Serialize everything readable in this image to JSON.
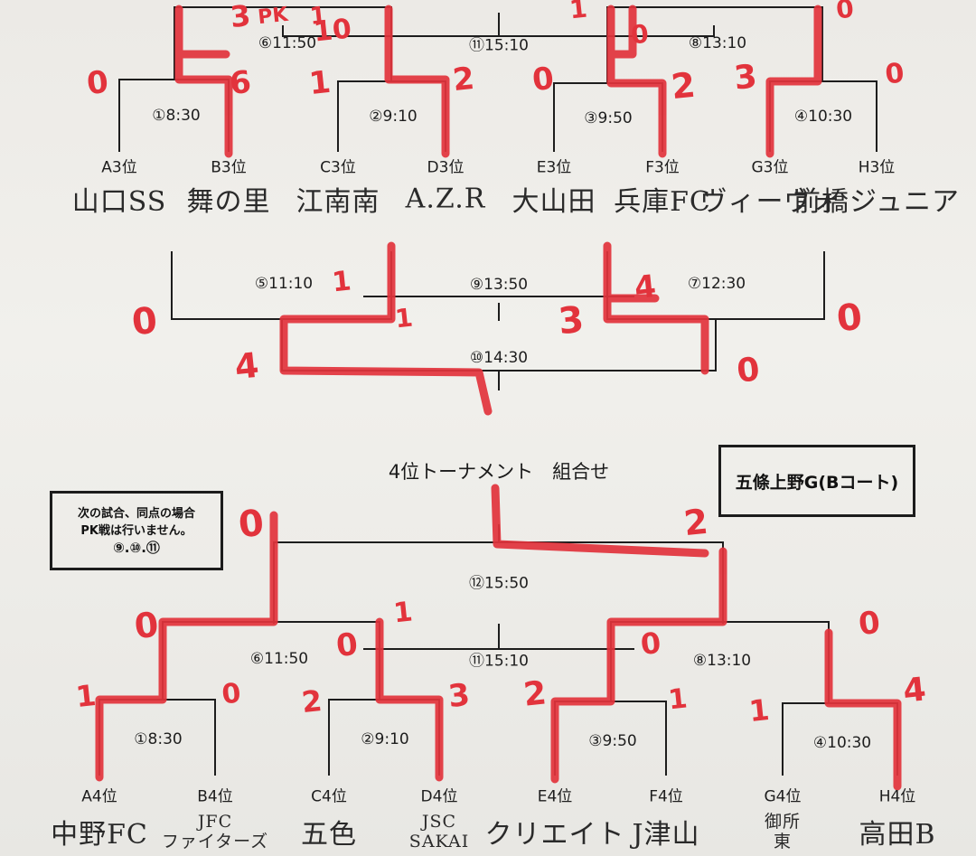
{
  "title": "4位トーナメント　組合せ",
  "court": "五條上野G(Bコート)",
  "note": {
    "line1": "次の試合、同点の場合",
    "line2": "PK戦は行いません。",
    "line3": "⑨.⑩.⑪"
  },
  "colors": {
    "ink": "#1d1d1d",
    "marker": "#e2333c"
  },
  "top_tournament": {
    "seeds": [
      "A3位",
      "B3位",
      "C3位",
      "D3位",
      "E3位",
      "F3位",
      "G3位",
      "H3位"
    ],
    "teams": [
      "山口SS",
      "舞の里",
      "江南南",
      "A.Z.R",
      "大山田",
      "兵庫FC",
      "ヴィーヴォ",
      "前橋ジュニア"
    ],
    "times": {
      "m1": "①8:30",
      "m2": "②9:10",
      "m3": "③9:50",
      "m4": "④10:30",
      "m6": "⑥11:50",
      "m8": "⑧13:10",
      "m11": "⑪15:10"
    },
    "scores": [
      "0",
      "6",
      "1",
      "2",
      "0",
      "2",
      "3",
      "0",
      "3",
      "PK",
      "10",
      "1",
      "0",
      "1",
      "0"
    ]
  },
  "placement": {
    "times": {
      "m5": "⑤11:10",
      "m7": "⑦12:30",
      "m9": "⑨13:50",
      "m10": "⑩14:30"
    },
    "scores": [
      "0",
      "1",
      "1",
      "4",
      "3",
      "4",
      "0",
      "0"
    ]
  },
  "bottom_tournament": {
    "seeds": [
      "A4位",
      "B4位",
      "C4位",
      "D4位",
      "E4位",
      "F4位",
      "G4位",
      "H4位"
    ],
    "teams": [
      "中野FC",
      "JFC\nファイターズ",
      "五色",
      "JSC\nSAKAI",
      "クリエイト",
      "J津山",
      "御所\n東",
      "高田B"
    ],
    "times": {
      "m1": "①8:30",
      "m2": "②9:10",
      "m3": "③9:50",
      "m4": "④10:30",
      "m6": "⑥11:50",
      "m8": "⑧13:10",
      "m11": "⑪15:10",
      "m12": "⑫15:50"
    },
    "scores": [
      "1",
      "0",
      "2",
      "3",
      "2",
      "1",
      "1",
      "4",
      "0",
      "0",
      "1",
      "0",
      "0",
      "0",
      "2"
    ]
  }
}
